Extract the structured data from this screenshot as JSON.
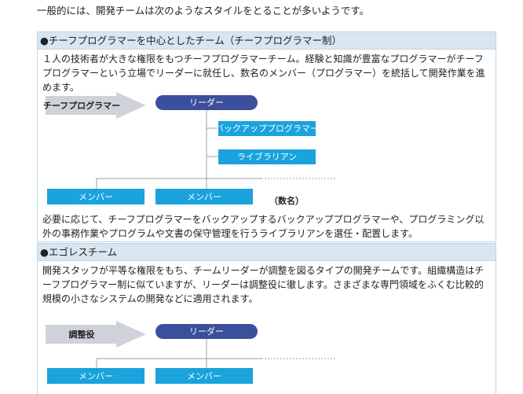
{
  "intro": "一般的には、開発チームは次のようなスタイルをとることが多いようです。",
  "sections": [
    {
      "heading": "●チーフプログラマーを中心としたチーム（チーフプログラマー制）",
      "description": "１人の技術者が大きな権限をもつチーフプログラマーチーム。経験と知識が豊富なプログラマーがチーフプログラマーという立場でリーダーに就任し、数名のメンバー（プログラマー）を統括して開発作業を進めます。",
      "diagram": {
        "role_arrow": "チーフプログラマー",
        "leader": "リーダー",
        "backup": "バックアッププログラマー",
        "librarian": "ライブラリアン",
        "members": [
          "メンバー",
          "メンバー"
        ],
        "count_note": "（数名）"
      },
      "note": "必要に応じて、チーフプログラマーをバックアップするバックアッププログラマーや、プログラミング以外の事務作業やプログラムや文書の保守管理を行うライブラリアンを選任・配置します。"
    },
    {
      "heading": "●エゴレスチーム",
      "description": "開発スタッフが平等な権限をもち、チームリーダーが調整を図るタイプの開発チームです。組織構造はチーフプログラマー制に似ていますが、リーダーは調整役に徹します。さまざまな専門領域をふくむ比較的規模の小さなシステムの開発などに適用されます。",
      "diagram": {
        "role_arrow": "調整役",
        "leader": "リーダー",
        "members": [
          "メンバー",
          "メンバー"
        ]
      }
    }
  ],
  "colors": {
    "panel_header": "#d8e6f1",
    "panel_border": "#c2d5e4",
    "leader_fill": "#3b4f9c",
    "box_fill": "#1aa3dc",
    "arrow_fill": "#cfd3d9"
  }
}
